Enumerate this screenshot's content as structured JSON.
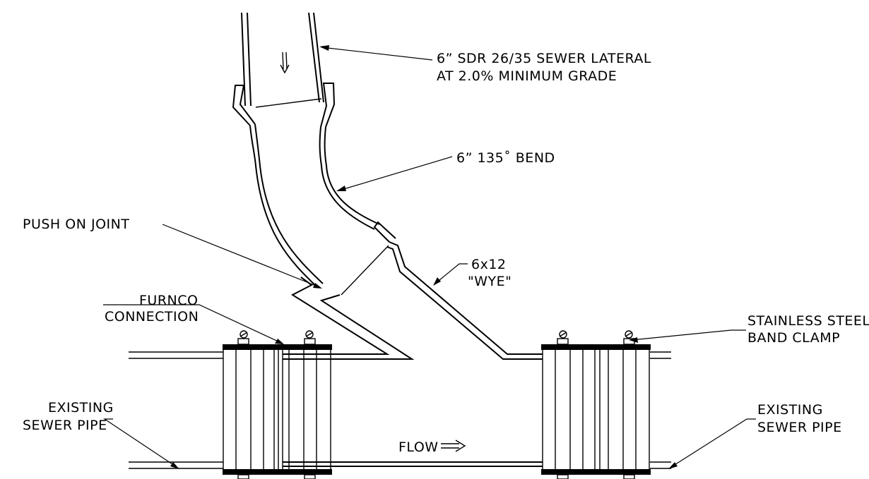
{
  "labels": {
    "lateral_line1": "6” SDR 26/35 SEWER LATERAL",
    "lateral_line2": "AT 2.0% MINIMUM GRADE",
    "bend": "6” 135˚ BEND",
    "push_joint": "PUSH ON JOINT",
    "wye_line1": "6x12",
    "wye_line2": "\"WYE\"",
    "furnco_line1": "FURNCO",
    "furnco_line2": "CONNECTION",
    "clamp_line1": "STAINLESS STEEL",
    "clamp_line2": "BAND CLAMP",
    "existing_left_line1": "EXISTING",
    "existing_left_line2": "SEWER PIPE",
    "existing_right_line1": "EXISTING",
    "existing_right_line2": "SEWER PIPE",
    "flow": "FLOW"
  },
  "symbols": {
    "lateral_flow_arrow": "double-down-arrow",
    "flow_arrow": "double-right-arrow"
  }
}
